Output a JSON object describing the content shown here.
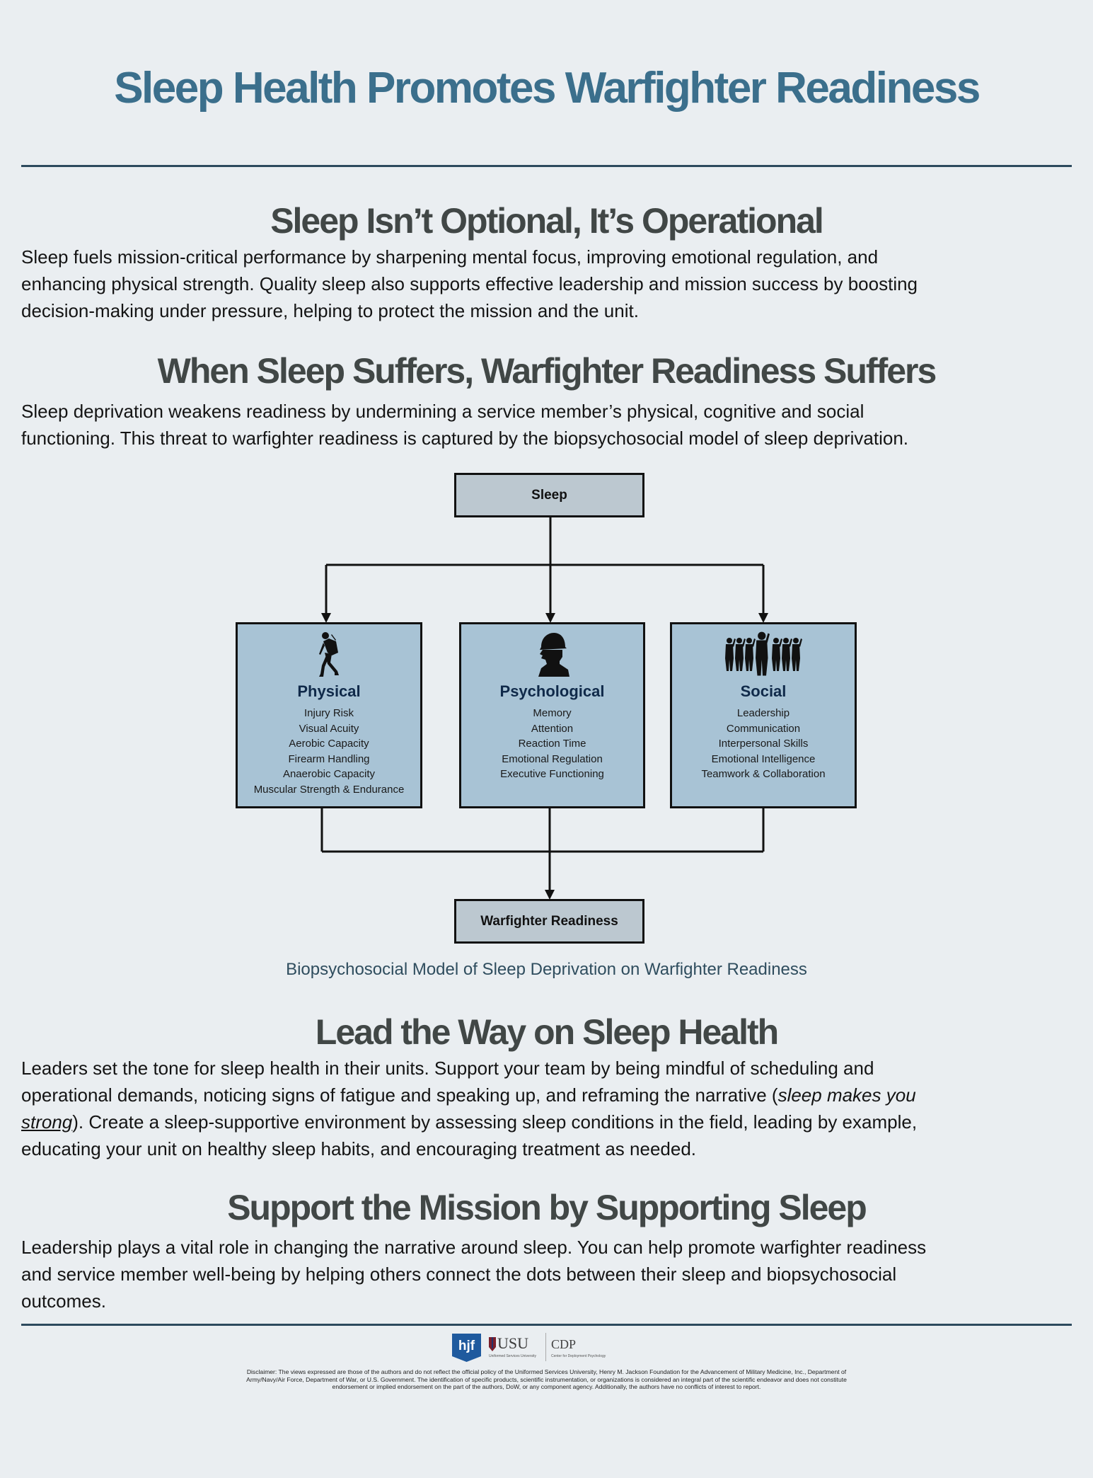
{
  "title": "Sleep Health Promotes Warfighter Readiness",
  "sections": [
    {
      "heading": "Sleep Isn’t Optional, It’s Operational",
      "lines": [
        "Sleep fuels mission-critical performance by sharpening mental focus, improving emotional regulation, and",
        "enhancing physical strength. Quality sleep also supports effective leadership and mission success by boosting",
        "decision-making under pressure, helping to protect the mission and the unit."
      ]
    },
    {
      "heading": "When Sleep Suffers, Warfighter Readiness Suffers",
      "lines": [
        "Sleep deprivation weakens readiness by undermining a service member’s physical, cognitive and social",
        "functioning. This threat to warfighter readiness is captured by the biopsychosocial model of sleep deprivation."
      ]
    },
    {
      "heading": "Lead the Way on Sleep Health",
      "lines": [
        "Leaders set the tone for sleep health in their units. Support your team by being mindful of scheduling and",
        "operational demands, noticing signs of fatigue and speaking up, and reframing the narrative (",
        "sleep makes you",
        "strong",
        "). Create a sleep-supportive environment by assessing sleep conditions in the field, leading by example,",
        "educating your unit on healthy sleep habits, and encouraging treatment as needed."
      ]
    },
    {
      "heading": "Support the Mission by Supporting Sleep",
      "lines": [
        "Leadership plays a vital role in changing the narrative around sleep. You can help promote warfighter readiness",
        "and service member well-being by helping others connect the dots between their sleep and biopsychosocial",
        "outcomes."
      ]
    }
  ],
  "diagram": {
    "top": "Sleep",
    "bottom": "Warfighter Readiness",
    "categories": [
      {
        "title": "Physical",
        "icon": "walking-soldier-icon",
        "items": [
          "Injury Risk",
          "Visual Acuity",
          "Aerobic Capacity",
          "Firearm Handling",
          "Anaerobic Capacity",
          "Muscular Strength & Endurance"
        ]
      },
      {
        "title": "Psychological",
        "icon": "soldier-head-icon",
        "items": [
          "Memory",
          "Attention",
          "Reaction Time",
          "Emotional Regulation",
          "Executive Functioning"
        ]
      },
      {
        "title": "Social",
        "icon": "saluting-soldiers-icon",
        "items": [
          "Leadership",
          "Communication",
          "Interpersonal Skills",
          "Emotional Intelligence",
          "Teamwork & Collaboration"
        ]
      }
    ],
    "caption": "Biopsychosocial Model of Sleep Deprivation on Warfighter Readiness"
  },
  "footer": {
    "logos": {
      "hjf": "hjf",
      "usu": "USU",
      "usu_sub": "Uniformed Services University",
      "cdp": "CDP",
      "cdp_sub": "Center for Deployment Psychology"
    },
    "disclaimer_lines": [
      "Disclaimer: The views expressed are those of the authors and do not reflect the official policy of the Uniformed Services University, Henry M. Jackson Foundation for the Advancement of Military Medicine, Inc., Department of",
      "Army/Navy/Air Force, Department of War, or U.S. Government. The identification of specific products, scientific instrumentation, or organizations is considered an integral part of the scientific endeavor and does not constitute",
      "endorsement or implied endorsement on the part of the authors, DoW, or any component agency. Additionally, the authors have no conflicts of interest to report."
    ]
  },
  "colors": {
    "title": "#3b6f8c",
    "heading": "#414746",
    "background": "#eaeef1",
    "rule": "#2d4a5e",
    "category_box": "#a8c3d5",
    "sleep_box": "#bcc8d0"
  }
}
